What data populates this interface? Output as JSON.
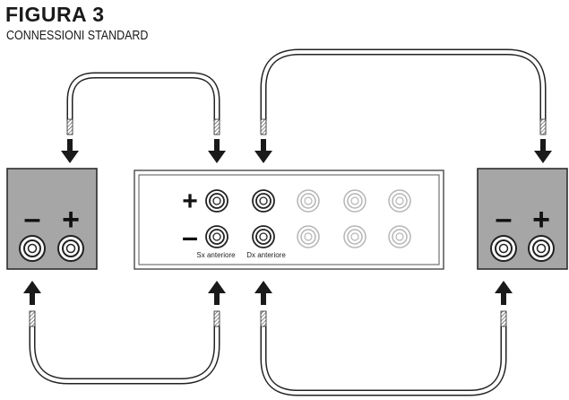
{
  "figure": {
    "title": "FIGURA 3",
    "subtitle": "CONNESSIONI STANDARD"
  },
  "speaker_left": {
    "minus": "–",
    "plus": "+"
  },
  "speaker_right": {
    "minus": "–",
    "plus": "+"
  },
  "panel": {
    "plus_sign": "+",
    "minus_sign": "–",
    "label_left_front": "Sx anteriore",
    "label_right_front": "Dx anteriore"
  },
  "colors": {
    "speaker_fill": "#a6a6a6",
    "line": "#222222",
    "inactive_terminal": "#b5b5b5"
  },
  "icons": [
    "arrow-down-icon",
    "arrow-up-icon",
    "terminal-icon"
  ]
}
